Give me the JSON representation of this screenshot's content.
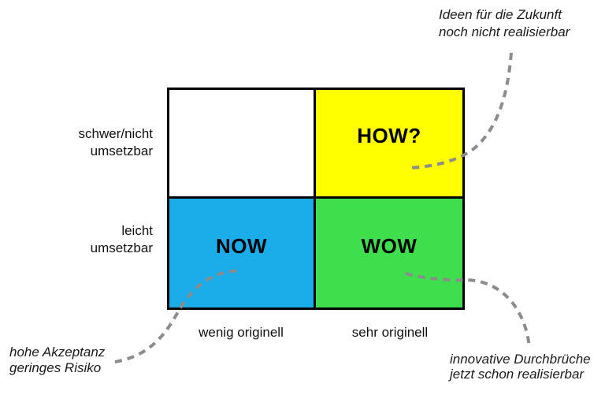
{
  "matrix": {
    "quadrants": {
      "top_left": {
        "label": "",
        "color": "#ffffff"
      },
      "top_right": {
        "label": "HOW?",
        "color": "#ffff00"
      },
      "bottom_left": {
        "label": "NOW",
        "color": "#1aade9"
      },
      "bottom_right": {
        "label": "WOW",
        "color": "#3ede4d"
      }
    },
    "row_labels": {
      "top": {
        "lines": [
          "schwer/nicht",
          "umsetzbar"
        ]
      },
      "bottom": {
        "lines": [
          "leicht",
          "umsetzbar"
        ]
      }
    },
    "col_labels": {
      "left": "wenig originell",
      "right": "sehr originell"
    }
  },
  "annotations": {
    "top_right": {
      "lines": [
        "Ideen für die Zukunft",
        "noch nicht realisierbar"
      ]
    },
    "bottom_left": {
      "lines": [
        "hohe Akzeptanz",
        "geringes Risiko"
      ]
    },
    "bottom_right": {
      "lines": [
        "innovative Durchbrüche",
        "jetzt schon realisierbar"
      ]
    }
  },
  "colors": {
    "connector": "#8c8c8c",
    "border": "#000000",
    "background": "#ffffff"
  }
}
